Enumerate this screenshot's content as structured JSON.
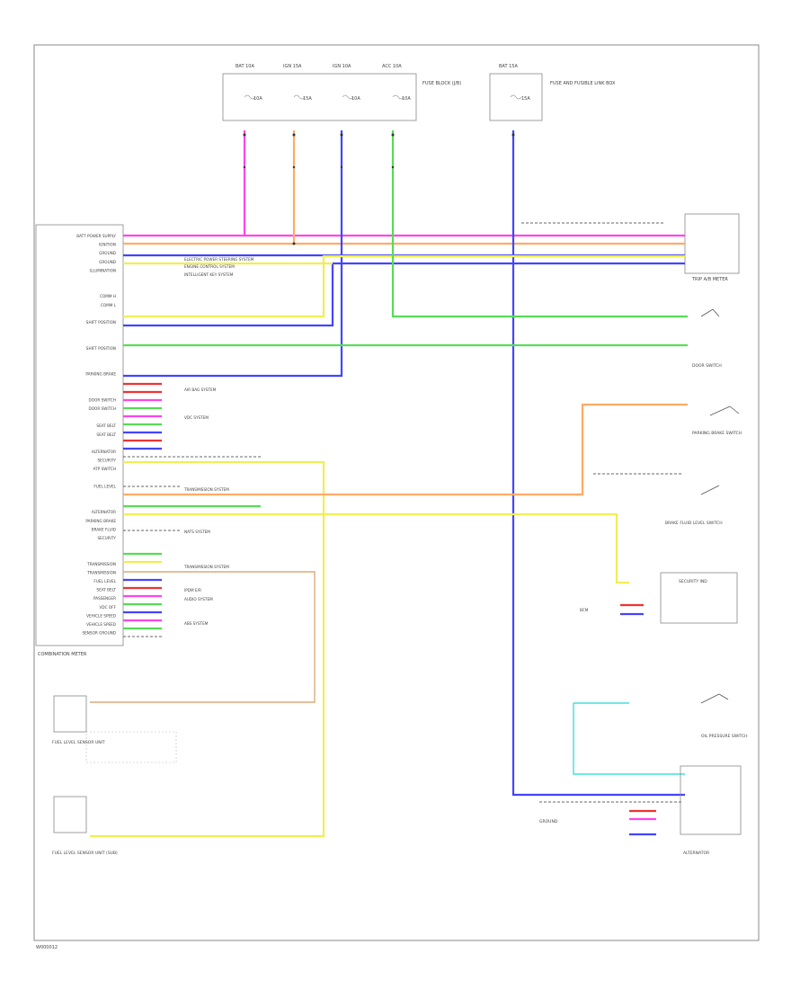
{
  "diagram": {
    "id_code": "W000012",
    "combination_meter": "COMBINATION METER",
    "combination_meter_pins": [
      "BATT POWER SUPPLY",
      "IGNITION",
      "GROUND",
      "GROUND",
      "ILLUMINATION",
      "",
      "",
      "COMM H",
      "COMM L",
      "",
      "SHIFT POSITION",
      "",
      "",
      "SHIFT POSITION",
      "",
      "",
      "PARKING BRAKE",
      "",
      "",
      "DOOR SWITCH",
      "DOOR SWITCH",
      "",
      "SEAT BELT",
      "SEAT BELT",
      "",
      "ALTERNATOR",
      "SECURITY",
      "ATP SWITCH",
      "",
      "FUEL LEVEL",
      "",
      "",
      "ALTERNATOR",
      "PARKING BRAKE",
      "BRAKE FLUID",
      "SECURITY",
      "",
      "",
      "TRANSMISSION",
      "TRANSMISSION",
      "FUEL LEVEL",
      "SEAT BELT",
      "PASSENGER",
      "VDC OFF",
      "VEHICLE SPEED",
      "VEHICLE SPEED",
      "SENSOR GROUND"
    ],
    "fuses": [
      "10A",
      "15A",
      "10A",
      "10A"
    ],
    "fuse_box_label": "FUSE BLOCK (J/B)",
    "fuse_single": "15A",
    "fuse_single_label": "FUSE AND FUSIBLE LINK BOX",
    "system_labels": {
      "power_steering": "ELECTRIC POWER STEERING SYSTEM",
      "engine_control": "ENGINE CONTROL SYSTEM",
      "intelligent_key": "INTELLIGENT KEY SYSTEM",
      "airbag": "AIR BAG SYSTEM",
      "vdc": "VDC SYSTEM",
      "transmission": "TRANSMISSION SYSTEM",
      "immobilizer": "NATS SYSTEM",
      "ipdm": "IPDM E/R",
      "audio": "AUDIO SYSTEM",
      "abs": "ABS SYSTEM",
      "bcm": "BCM"
    },
    "components": {
      "trip_meter": "TRIP A/B METER",
      "door_switch": "DOOR SWITCH",
      "parking_brake_switch": "PARKING BRAKE SWITCH",
      "brake_fluid_level_switch": "BRAKE FLUID LEVEL SWITCH",
      "security_ind": "SECURITY IND",
      "fuel_level_sensor": "FUEL LEVEL SENSOR UNIT",
      "fuel_level_sensor_2": "FUEL LEVEL SENSOR UNIT (SUB)",
      "oil_pressure_switch": "OIL PRESSURE SWITCH",
      "ground_point": "GROUND",
      "alternator": "ALTERNATOR"
    },
    "wire_colors": {
      "pink": "#ff44ee",
      "orange": "#ffaa66",
      "blue": "#4444ff",
      "green": "#55dd55",
      "yellow": "#f0ee55",
      "red": "#ee3333",
      "cyan": "#44dddd",
      "tan": "#ddaa77",
      "black": "#222222"
    }
  }
}
